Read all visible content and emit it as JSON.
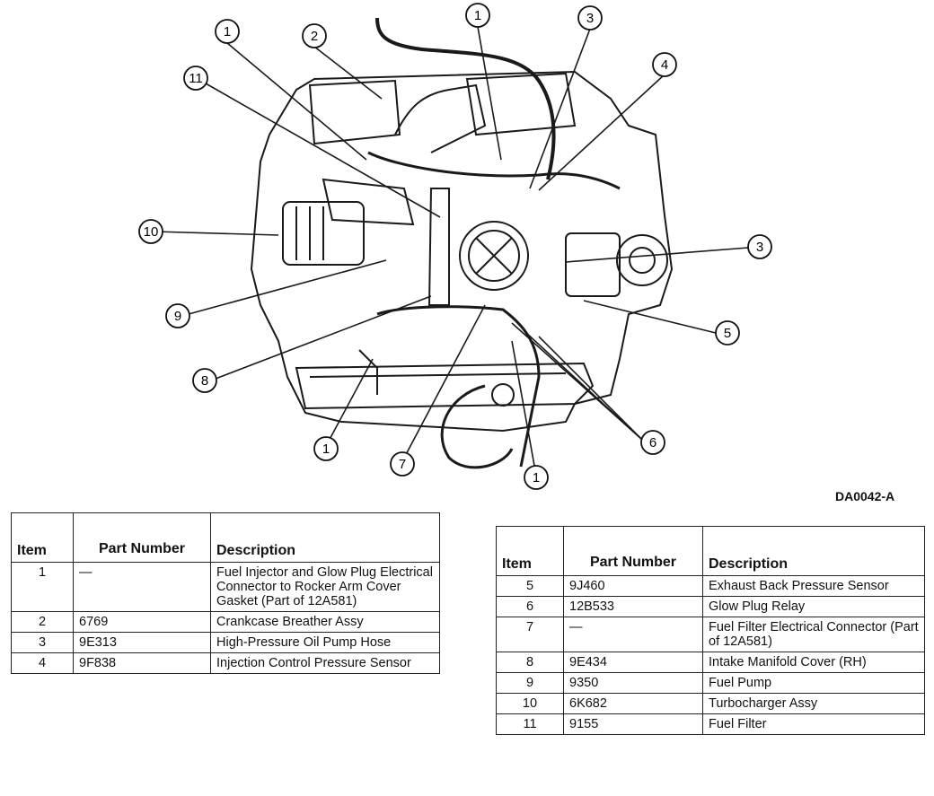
{
  "figure_id": "DA0042-A",
  "callouts": [
    "1",
    "2",
    "3",
    "4",
    "5",
    "6",
    "7",
    "8",
    "9",
    "10",
    "11"
  ],
  "table_headers": {
    "item": "Item",
    "part_number": "Part Number",
    "description": "Description"
  },
  "table_left": [
    {
      "item": "1",
      "part": "—",
      "desc": "Fuel Injector and Glow Plug Electrical Connector to Rocker Arm Cover Gasket (Part of 12A581)"
    },
    {
      "item": "2",
      "part": "6769",
      "desc": "Crankcase Breather Assy"
    },
    {
      "item": "3",
      "part": "9E313",
      "desc": "High-Pressure Oil Pump Hose"
    },
    {
      "item": "4",
      "part": "9F838",
      "desc": "Injection Control Pressure Sensor"
    }
  ],
  "table_right": [
    {
      "item": "5",
      "part": "9J460",
      "desc": "Exhaust Back Pressure Sensor"
    },
    {
      "item": "6",
      "part": "12B533",
      "desc": "Glow Plug Relay"
    },
    {
      "item": "7",
      "part": "—",
      "desc": "Fuel Filter Electrical Connector (Part of 12A581)"
    },
    {
      "item": "8",
      "part": "9E434",
      "desc": "Intake Manifold Cover (RH)"
    },
    {
      "item": "9",
      "part": "9350",
      "desc": "Fuel Pump"
    },
    {
      "item": "10",
      "part": "6K682",
      "desc": "Turbocharger Assy"
    },
    {
      "item": "11",
      "part": "9155",
      "desc": "Fuel Filter"
    }
  ]
}
